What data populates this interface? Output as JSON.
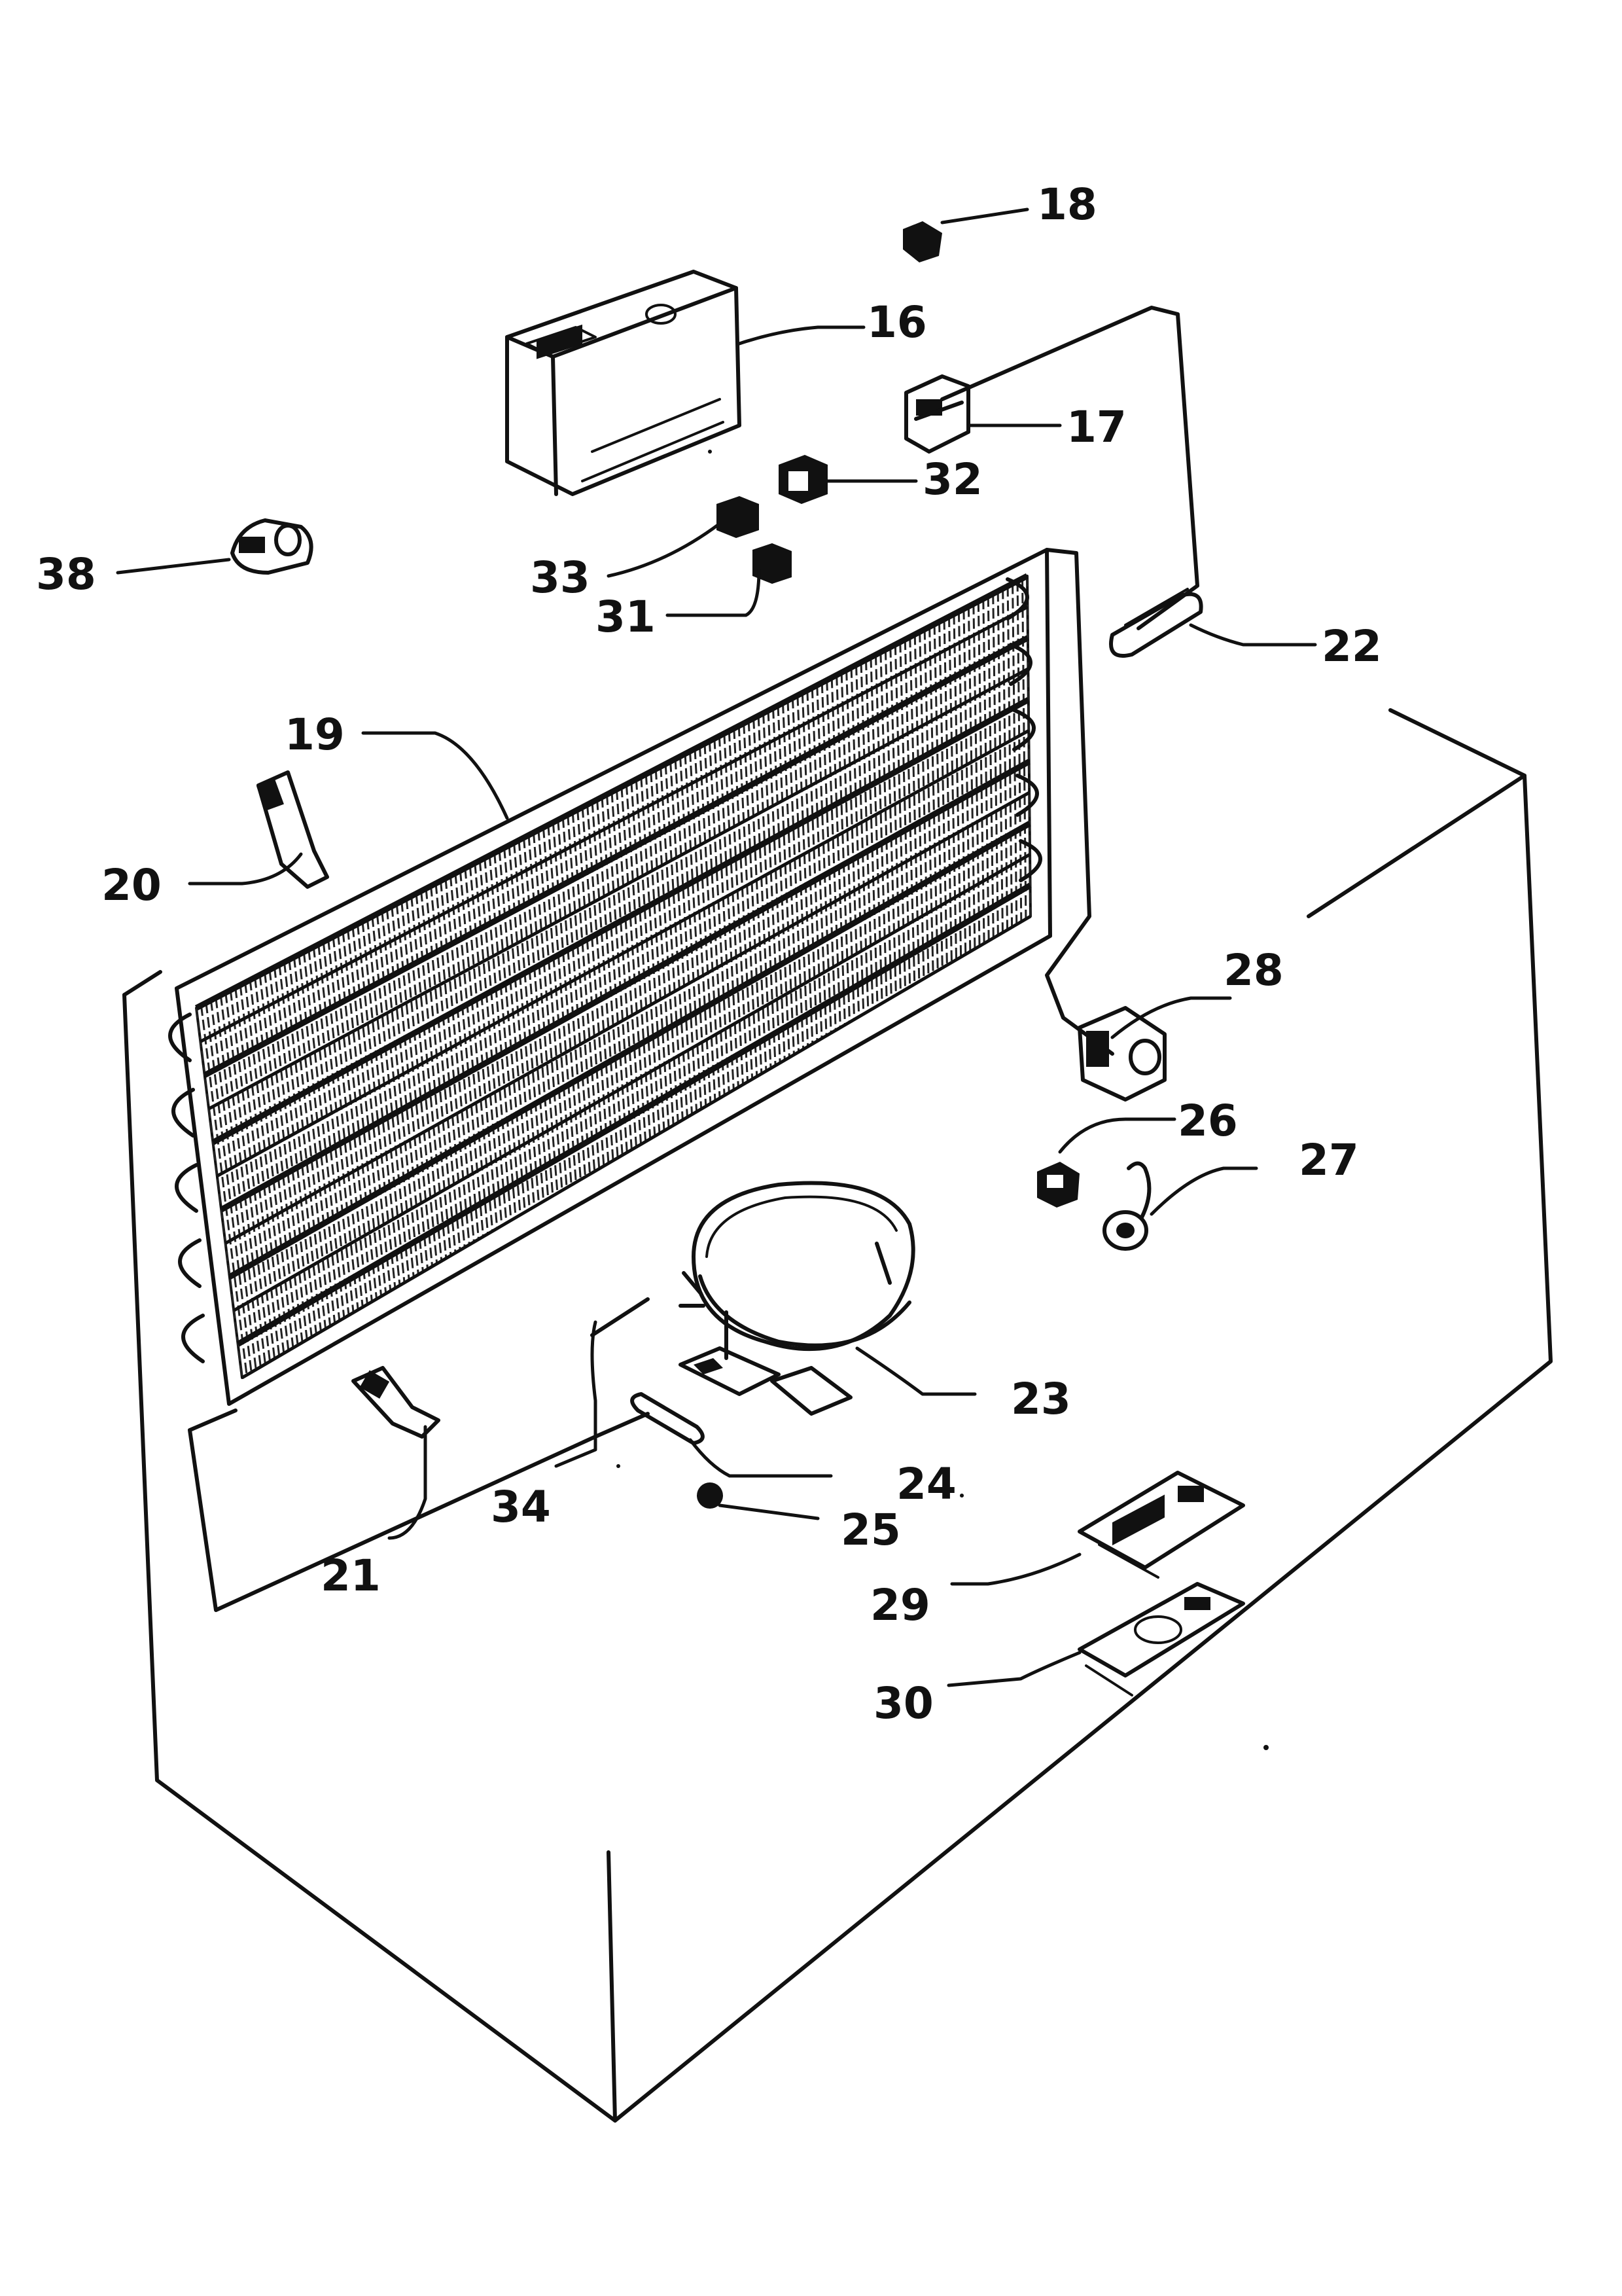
{
  "labels": {
    "p16": "16",
    "p17": "17",
    "p18": "18",
    "p19": "19",
    "p20": "20",
    "p21": "21",
    "p22": "22",
    "p23": "23",
    "p24": "24",
    "p25": "25",
    "p26": "26",
    "p27": "27",
    "p28": "28",
    "p29": "29",
    "p30": "30",
    "p31": "31",
    "p32": "32",
    "p33": "33",
    "p34": "34",
    "p38": "38"
  }
}
